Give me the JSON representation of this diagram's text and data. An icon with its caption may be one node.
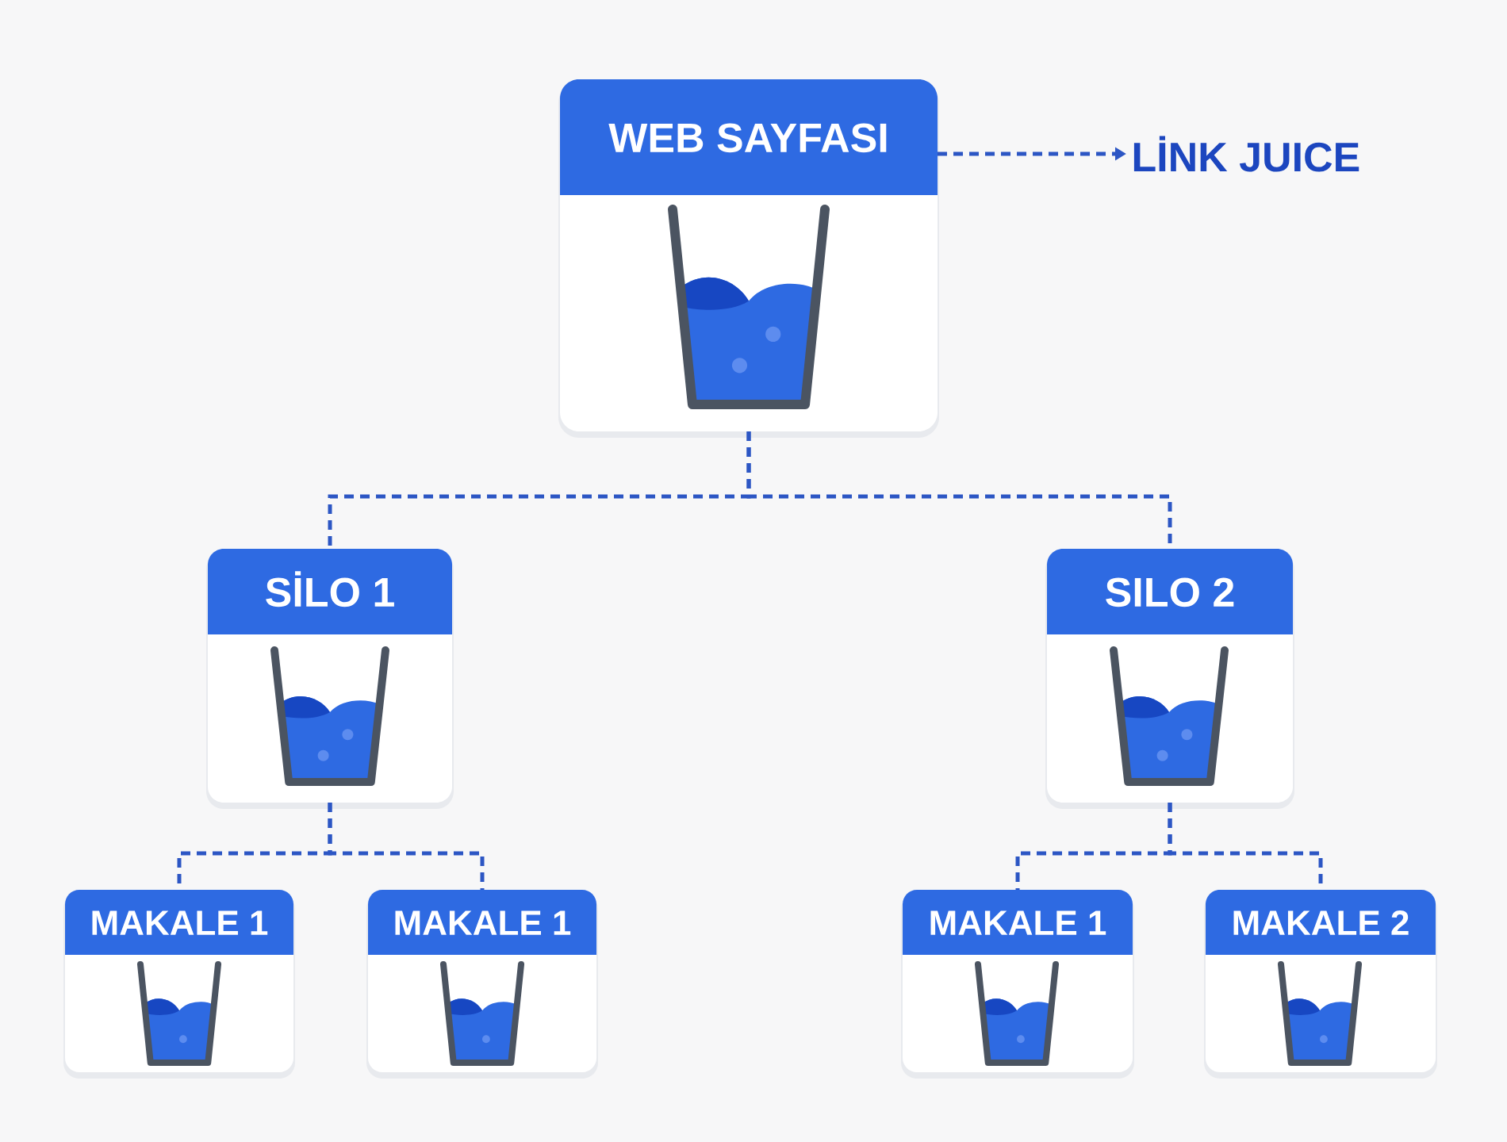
{
  "diagram": {
    "nodes": [
      {
        "text": [
          "WEB SAYFASI"
        ]
      },
      {
        "text": [
          "LİNK JUICE"
        ]
      },
      {
        "text": [
          "SİLO 1"
        ]
      },
      {
        "text": [
          "SILO 2"
        ]
      },
      {
        "text": [
          "MAKALE 1"
        ]
      },
      {
        "text": [
          "MAKALE 1"
        ]
      },
      {
        "text": [
          "MAKALE 1"
        ]
      },
      {
        "text": [
          "MAKALE 2"
        ]
      }
    ],
    "edges": [
      {
        "from": 0,
        "to": 1,
        "arrow": "to",
        "style": "dashed"
      },
      {
        "from": 0,
        "to": 2,
        "arrow": "none",
        "style": "dashed"
      },
      {
        "from": 0,
        "to": 3,
        "arrow": "none",
        "style": "dashed"
      },
      {
        "from": 2,
        "to": 4,
        "arrow": "none",
        "style": "dashed"
      },
      {
        "from": 2,
        "to": 5,
        "arrow": "none",
        "style": "dashed"
      },
      {
        "from": 3,
        "to": 6,
        "arrow": "none",
        "style": "dashed"
      },
      {
        "from": 3,
        "to": 7,
        "arrow": "none",
        "style": "dashed"
      }
    ]
  }
}
